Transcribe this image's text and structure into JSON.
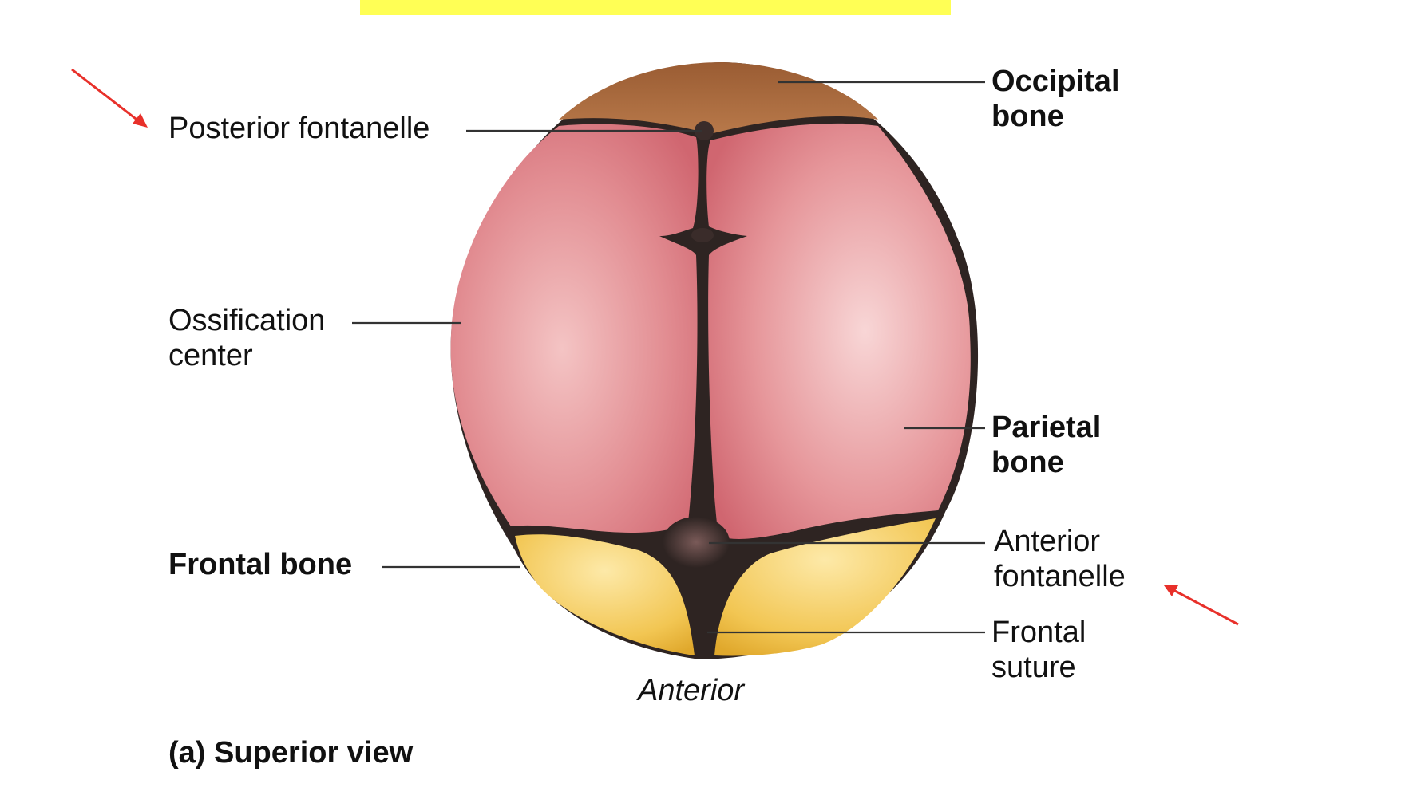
{
  "figure": {
    "caption": "(a) Superior view",
    "orientation_label": "Anterior",
    "highlight_bar_color": "#ffff55",
    "annotation_arrow_color": "#e8302a"
  },
  "labels": {
    "posterior_fontanelle": "Posterior fontanelle",
    "ossification_center_line1": "Ossification",
    "ossification_center_line2": "center",
    "frontal_bone": "Frontal bone",
    "occipital_bone_line1": "Occipital",
    "occipital_bone_line2": "bone",
    "parietal_bone_line1": "Parietal",
    "parietal_bone_line2": "bone",
    "anterior_fontanelle_line1": "Anterior",
    "anterior_fontanelle_line2": "fontanelle",
    "frontal_suture_line1": "Frontal",
    "frontal_suture_line2": "suture"
  },
  "colors": {
    "parietal": "#d9767c",
    "occipital": "#a86a3c",
    "frontal": "#f0c24a",
    "suture": "#2e2422"
  }
}
